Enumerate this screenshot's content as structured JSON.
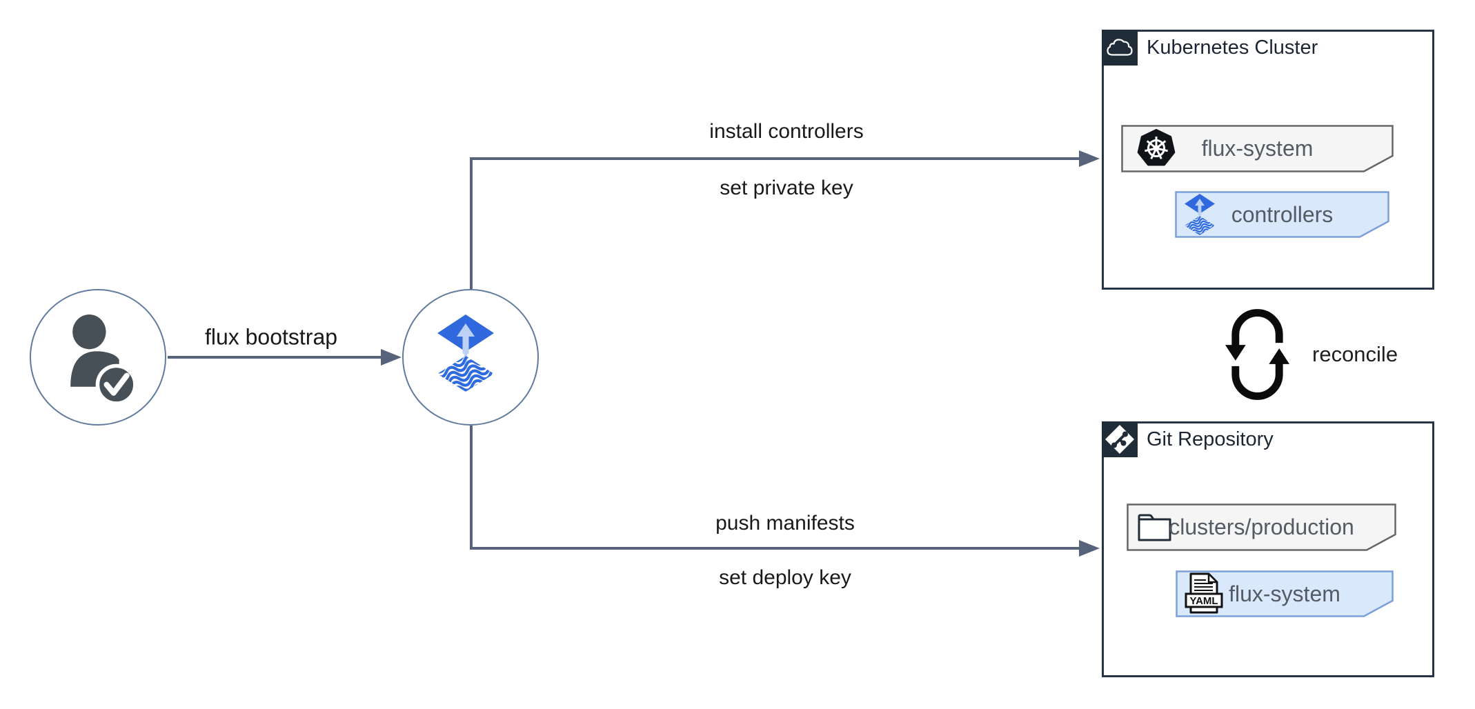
{
  "canvas": {
    "background": "#ffffff"
  },
  "colors": {
    "navy": "#212c39",
    "box_border": "#263445",
    "edge": "#56637a",
    "circle_stroke": "#5f7a9d",
    "flux_blue": "#3069de",
    "flux_arrow_light": "#bdd1f4",
    "blue_card_fill": "#dae8fc",
    "blue_card_stroke": "#7a9fd9",
    "gray_card_fill": "#f5f5f5",
    "gray_card_stroke": "#666666",
    "card_text": "#545b64",
    "edge_label_text": "#191919"
  },
  "actor_node": {
    "icon": "user-check-icon"
  },
  "flux_node": {
    "icon": "flux-icon"
  },
  "edges": {
    "bootstrap": {
      "label": "flux bootstrap"
    },
    "install": {
      "label_above": "install controllers",
      "label_below": "set private key"
    },
    "push": {
      "label_above": "push manifests",
      "label_below": "set deploy key"
    },
    "reconcile": {
      "label": "reconcile",
      "icon": "sync-loop-icon"
    }
  },
  "kubernetes_cluster": {
    "title": "Kubernetes Cluster",
    "header_icon": "cloud-icon",
    "cards": [
      {
        "icon": "kubernetes-icon",
        "label": "flux-system",
        "style": "gray"
      },
      {
        "icon": "flux-icon",
        "label": "controllers",
        "style": "blue"
      }
    ]
  },
  "git_repository": {
    "title": "Git Repository",
    "header_icon": "git-icon",
    "cards": [
      {
        "icon": "folder-icon",
        "label": "clusters/production",
        "style": "gray"
      },
      {
        "icon": "yaml-file-icon",
        "label": "flux-system",
        "badge": "YAML",
        "style": "blue"
      }
    ]
  }
}
